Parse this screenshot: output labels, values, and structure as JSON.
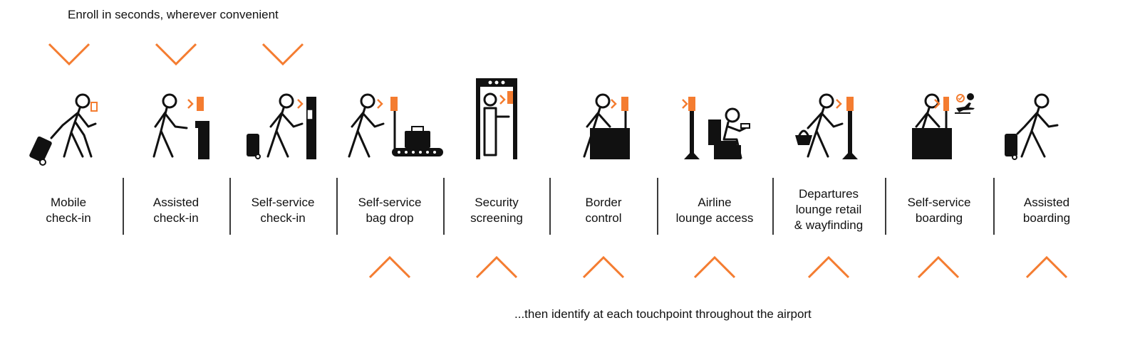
{
  "header": {
    "enroll_caption": "Enroll in seconds, wherever convenient"
  },
  "footer": {
    "identify_caption": "...then identify at each touchpoint throughout the airport"
  },
  "colors": {
    "accent": "#f47c30",
    "ink": "#111111"
  },
  "steps": [
    {
      "icon": "traveler-rolling-suitcase-phone-icon",
      "lines": [
        "Mobile",
        "check-in"
      ]
    },
    {
      "icon": "traveler-camera-desk-icon",
      "lines": [
        "Assisted",
        "check-in"
      ]
    },
    {
      "icon": "traveler-kiosk-icon",
      "lines": [
        "Self-service",
        "check-in"
      ]
    },
    {
      "icon": "traveler-bag-drop-conveyor-icon",
      "lines": [
        "Self-service",
        "bag drop"
      ]
    },
    {
      "icon": "security-scanner-gate-icon",
      "lines": [
        "Security",
        "screening"
      ]
    },
    {
      "icon": "traveler-border-desk-icon",
      "lines": [
        "Border",
        "control"
      ]
    },
    {
      "icon": "lounge-seated-traveler-icon",
      "lines": [
        "Airline",
        "lounge access"
      ]
    },
    {
      "icon": "traveler-shopping-basket-icon",
      "lines": [
        "Departures",
        "lounge retail",
        "& wayfinding"
      ]
    },
    {
      "icon": "traveler-boarding-gate-icon",
      "lines": [
        "Self-service",
        "boarding"
      ]
    },
    {
      "icon": "traveler-suitcase-walking-icon",
      "lines": [
        "Assisted",
        "boarding"
      ]
    }
  ]
}
